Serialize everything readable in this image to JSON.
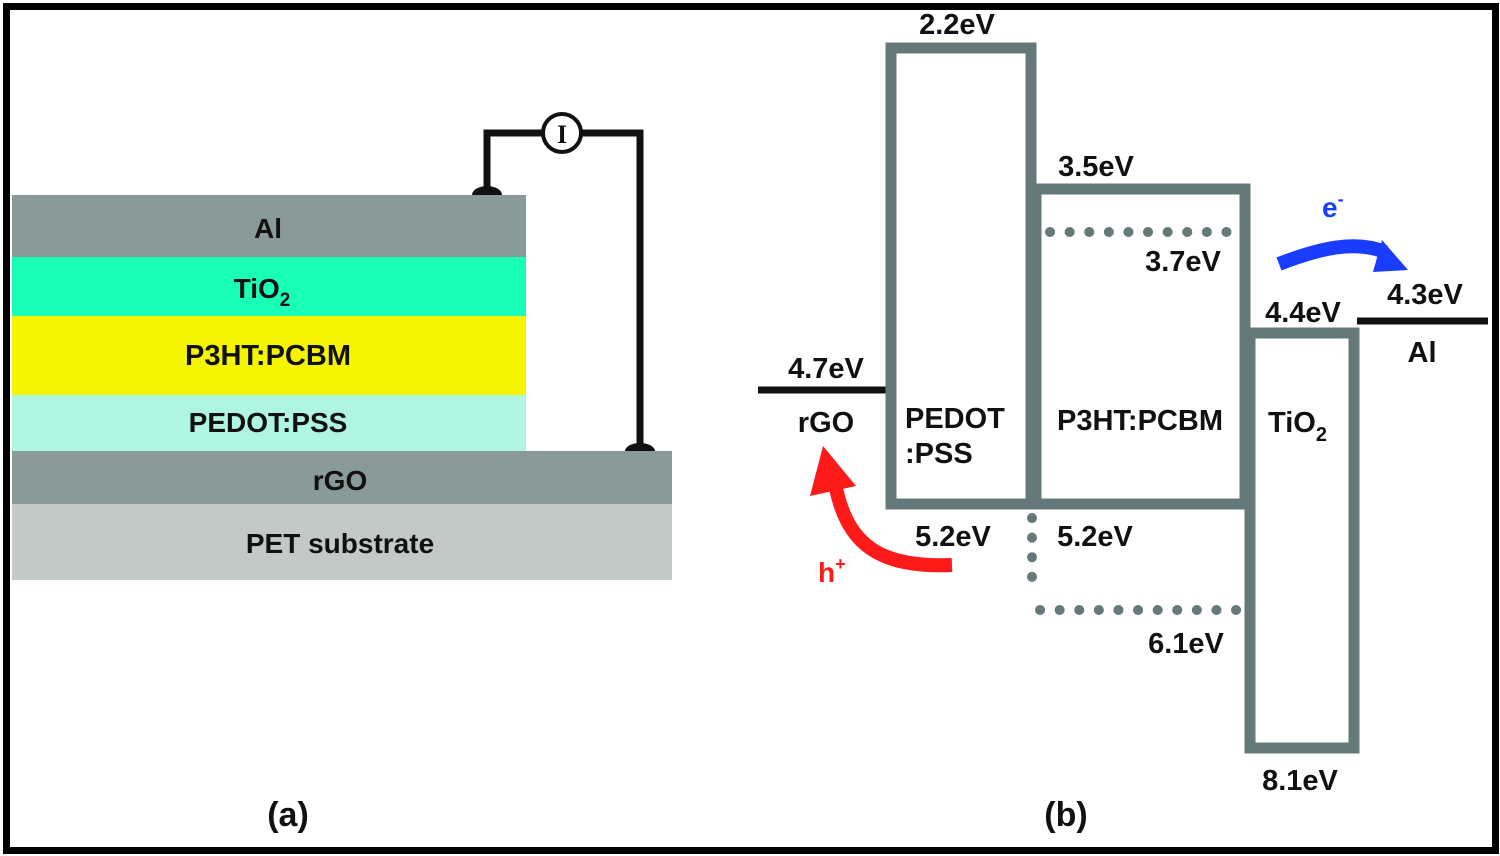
{
  "colors": {
    "al_layer": "#8a9a98",
    "tio2_layer": "#19ffb8",
    "p3ht_layer": "#f5f500",
    "pedot_layer": "#aff5e1",
    "rgo_layer": "#8a9a98",
    "pet_layer": "#c3c9c6",
    "band_stroke": "#66797a",
    "hole_arrow": "#ff1a1a",
    "electron_arrow": "#1a3cff",
    "electrode_line": "#111111"
  },
  "panel_a": {
    "caption": "(a)",
    "ammeter_symbol": "I",
    "layers": [
      {
        "id": "al",
        "label": "Al"
      },
      {
        "id": "tio2",
        "label": "TiO",
        "subscript": "2"
      },
      {
        "id": "p3ht",
        "label": "P3HT:PCBM"
      },
      {
        "id": "pedot",
        "label": "PEDOT:PSS"
      },
      {
        "id": "rgo",
        "label": "rGO"
      },
      {
        "id": "pet",
        "label": "PET substrate"
      }
    ]
  },
  "panel_b": {
    "caption": "(b)",
    "materials": {
      "rgo": {
        "name": "rGO",
        "work_function": "4.7eV"
      },
      "pedot": {
        "name_line1": "PEDOT",
        "name_line2": ":PSS",
        "top": "2.2eV",
        "bottom": "5.2eV"
      },
      "p3ht": {
        "name": "P3HT:PCBM",
        "top": "3.5eV",
        "top_dotted": "3.7eV",
        "bottom": "5.2eV",
        "bottom_dotted": "6.1eV"
      },
      "tio2": {
        "name": "TiO",
        "subscript": "2",
        "top": "4.4eV",
        "bottom": "8.1eV"
      },
      "al": {
        "name": "Al",
        "work_function": "4.3eV"
      }
    },
    "carriers": {
      "hole": {
        "label": "h",
        "sup": "+"
      },
      "electron": {
        "label": "e",
        "sup": "-"
      }
    }
  }
}
